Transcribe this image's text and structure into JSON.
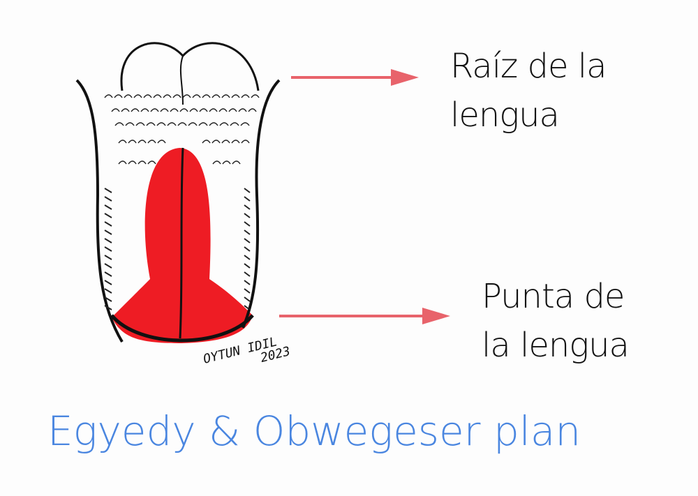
{
  "labels": {
    "root": [
      "Raíz de la",
      "lengua"
    ],
    "tip": [
      "Punta de",
      "la lengua"
    ]
  },
  "title": "Egyedy & Obwegeser plan",
  "signature": {
    "name": "OYTUN IDIL",
    "year": "2023"
  },
  "colors": {
    "red": "#ee1c24",
    "arrow": "#e8636b",
    "title": "#4a86e0",
    "ink": "#111111"
  }
}
